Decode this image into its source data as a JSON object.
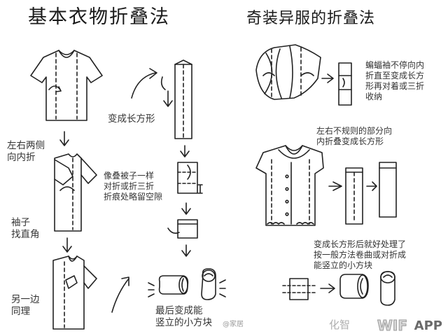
{
  "titles": {
    "left": "基本衣物折叠法",
    "right": "奇装异服的折叠法"
  },
  "basic_steps": {
    "fold_sides_in": [
      "左右两侧",
      "向内折"
    ],
    "sleeves_right_angle": [
      "袖子",
      "找直角"
    ],
    "other_side_same": [
      "另一边",
      "同理"
    ],
    "make_rectangle": "变成长方形",
    "fold_like_quilt": [
      "像叠被子一样",
      "对折或折三折",
      "折痕处略留空隙"
    ],
    "final_standing": [
      "最后变成能",
      "竖立的小方块"
    ]
  },
  "special_steps": {
    "batwing": [
      "蝙蝠袖不停向内",
      "折直至变成长方",
      "形再对着或三折",
      "收纳"
    ],
    "irregular": [
      "左右不规则的部分向",
      "内折叠变成长方形"
    ],
    "after_rectangle": [
      "变成长方形后就好处理了",
      "按一般方法卷曲或对折成",
      "能竖立的小方块"
    ]
  },
  "watermark": {
    "cn": "化智",
    "brand_a": "WIF",
    "brand_b": "APP",
    "small": "@家居"
  }
}
